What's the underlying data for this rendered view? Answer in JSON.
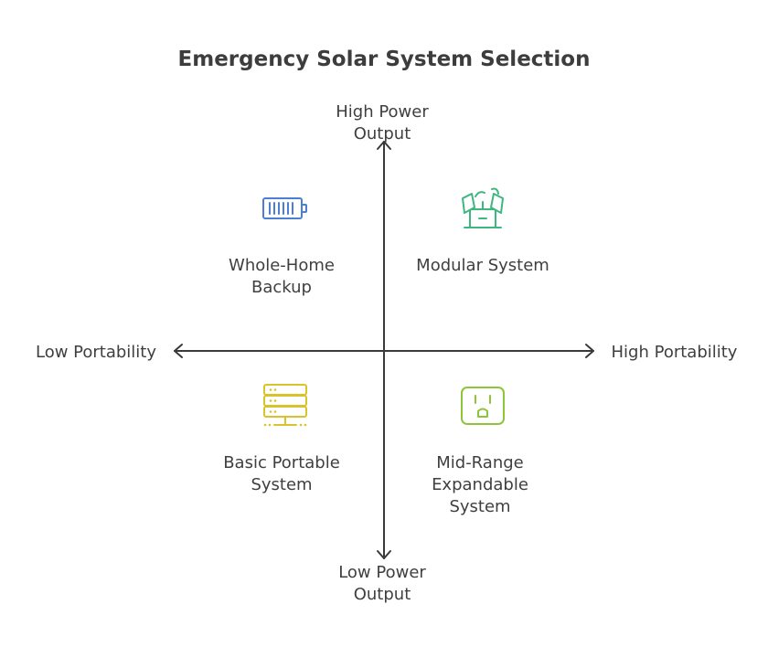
{
  "title": "Emergency Solar System Selection",
  "axes": {
    "y_top": "High Power\nOutput",
    "y_bottom": "Low Power\nOutput",
    "x_left": "Low Portability",
    "x_right": "High Portability"
  },
  "quadrants": {
    "top_left": {
      "label": "Whole-Home\nBackup",
      "icon": "battery-icon",
      "color": "#4a7fd4"
    },
    "top_right": {
      "label": "Modular System",
      "icon": "modular-solar-icon",
      "color": "#3fb67f"
    },
    "bottom_left": {
      "label": "Basic Portable\nSystem",
      "icon": "server-stack-icon",
      "color": "#d8c42a"
    },
    "bottom_right": {
      "label": "Mid-Range\nExpandable\nSystem",
      "icon": "power-outlet-icon",
      "color": "#8cc43c"
    }
  }
}
